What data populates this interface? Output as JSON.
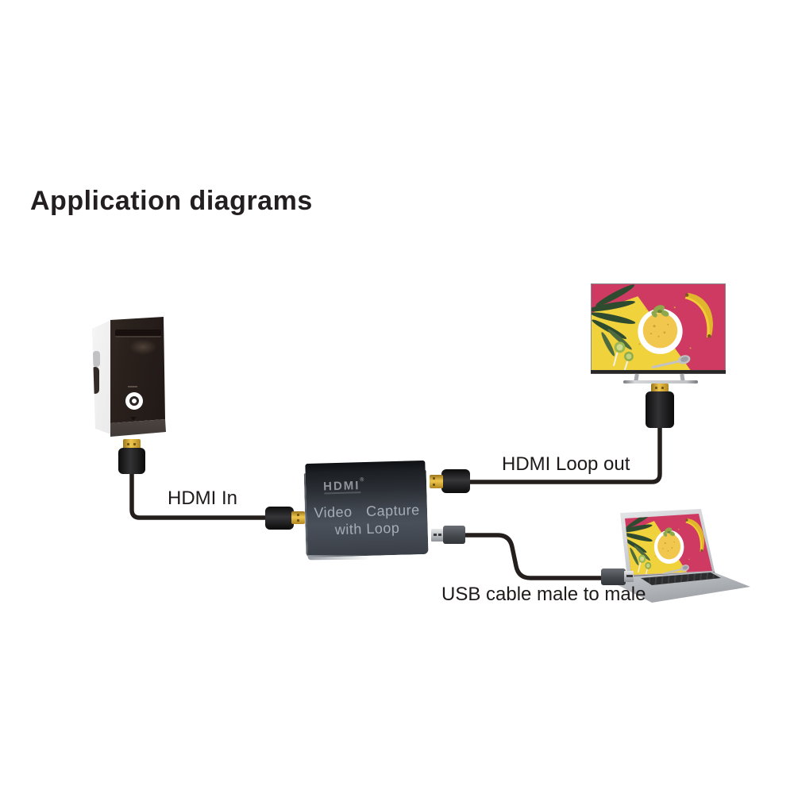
{
  "title": "Application diagrams",
  "device": {
    "brand": "HDMI",
    "brand_mark": "®",
    "line1": "Video Capture",
    "line2": "with Loop"
  },
  "connections": {
    "hdmi_in_label": "HDMI In",
    "hdmi_loop_out_label": "HDMI Loop out",
    "usb_label": "USB cable male to male"
  },
  "devices": {
    "source": "desktop-pc-tower",
    "hub": "hdmi-video-capture-with-loop",
    "display": "tv-monitor",
    "computer": "laptop"
  },
  "colors": {
    "background": "#ffffff",
    "cable": "#241f1c",
    "device_body": "#434953",
    "connector_gold": "#eec64d",
    "screen_pink": "#ce3a62",
    "screen_yellow": "#f0d23c",
    "leaf_green": "#2f4d31",
    "title_text": "#231f20"
  }
}
